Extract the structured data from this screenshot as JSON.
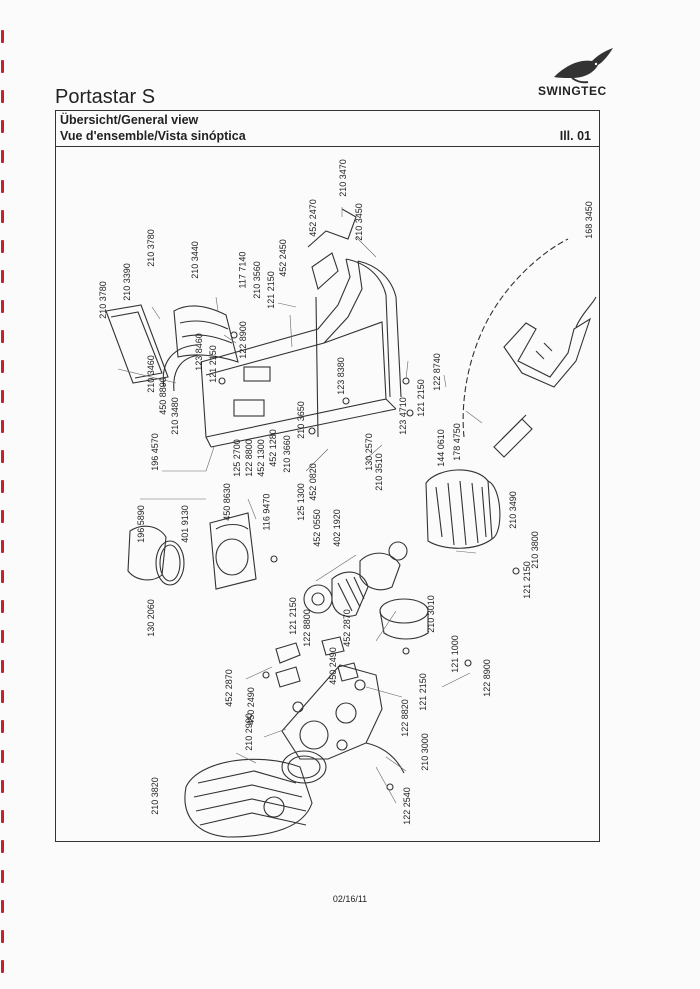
{
  "header": {
    "model": "Portastar S",
    "brand": "SWINGTEC",
    "line1": "Übersicht/General view",
    "line2": "Vue d'ensemble/Vista sinóptica",
    "illustration": "Ill. 01"
  },
  "diagram": {
    "part_numbers": [
      {
        "id": "p1",
        "text": "210 3780"
      },
      {
        "id": "p2",
        "text": "210 3390"
      },
      {
        "id": "p3",
        "text": "210 3780"
      },
      {
        "id": "p4",
        "text": "210 3440"
      },
      {
        "id": "p5",
        "text": "123 8460"
      },
      {
        "id": "p6",
        "text": "210 3460"
      },
      {
        "id": "p7",
        "text": "450 8890"
      },
      {
        "id": "p8",
        "text": "121 2150"
      },
      {
        "id": "p9",
        "text": "210 3480"
      },
      {
        "id": "p10",
        "text": "122 8900"
      },
      {
        "id": "p11",
        "text": "117 7140"
      },
      {
        "id": "p12",
        "text": "210 3560"
      },
      {
        "id": "p13",
        "text": "121 2150"
      },
      {
        "id": "p14",
        "text": "452 2450"
      },
      {
        "id": "p15",
        "text": "452 2470"
      },
      {
        "id": "p16",
        "text": "210 3470"
      },
      {
        "id": "p17",
        "text": "210 3450"
      },
      {
        "id": "p18",
        "text": "168 3450"
      },
      {
        "id": "p19",
        "text": "123 8380"
      },
      {
        "id": "p20",
        "text": "122 8740"
      },
      {
        "id": "p21",
        "text": "121 2150"
      },
      {
        "id": "p22",
        "text": "123 4710"
      },
      {
        "id": "p23",
        "text": "178 4750"
      },
      {
        "id": "p24",
        "text": "144 0610"
      },
      {
        "id": "p25",
        "text": "196 4570"
      },
      {
        "id": "p26",
        "text": "125 2700"
      },
      {
        "id": "p27",
        "text": "122 8800"
      },
      {
        "id": "p28",
        "text": "452 1300"
      },
      {
        "id": "p29",
        "text": "452 1280"
      },
      {
        "id": "p30",
        "text": "210 3660"
      },
      {
        "id": "p31",
        "text": "210 3650"
      },
      {
        "id": "p32",
        "text": "130 2570"
      },
      {
        "id": "p33",
        "text": "210 3510"
      },
      {
        "id": "p34",
        "text": "452 0820"
      },
      {
        "id": "p35",
        "text": "196 5890"
      },
      {
        "id": "p36",
        "text": "401 9130"
      },
      {
        "id": "p37",
        "text": "450 8630"
      },
      {
        "id": "p38",
        "text": "116 9470"
      },
      {
        "id": "p39",
        "text": "125 1300"
      },
      {
        "id": "p40",
        "text": "452 0550"
      },
      {
        "id": "p41",
        "text": "402 1920"
      },
      {
        "id": "p42",
        "text": "210 3490"
      },
      {
        "id": "p43",
        "text": "210 3800"
      },
      {
        "id": "p44",
        "text": "121 2150"
      },
      {
        "id": "p45",
        "text": "130 2060"
      },
      {
        "id": "p46",
        "text": "121 2150"
      },
      {
        "id": "p47",
        "text": "122 8800"
      },
      {
        "id": "p48",
        "text": "452 2870"
      },
      {
        "id": "p49",
        "text": "450 2490"
      },
      {
        "id": "p50",
        "text": "210 3010"
      },
      {
        "id": "p51",
        "text": "452 2870"
      },
      {
        "id": "p52",
        "text": "450 2490"
      },
      {
        "id": "p53",
        "text": "121 1000"
      },
      {
        "id": "p54",
        "text": "122 8900"
      },
      {
        "id": "p55",
        "text": "121 2150"
      },
      {
        "id": "p56",
        "text": "122 8820"
      },
      {
        "id": "p57",
        "text": "210 2990"
      },
      {
        "id": "p58",
        "text": "210 3000"
      },
      {
        "id": "p59",
        "text": "210 3820"
      },
      {
        "id": "p60",
        "text": "122 2540"
      }
    ]
  },
  "footer": {
    "date": "02/16/11"
  }
}
